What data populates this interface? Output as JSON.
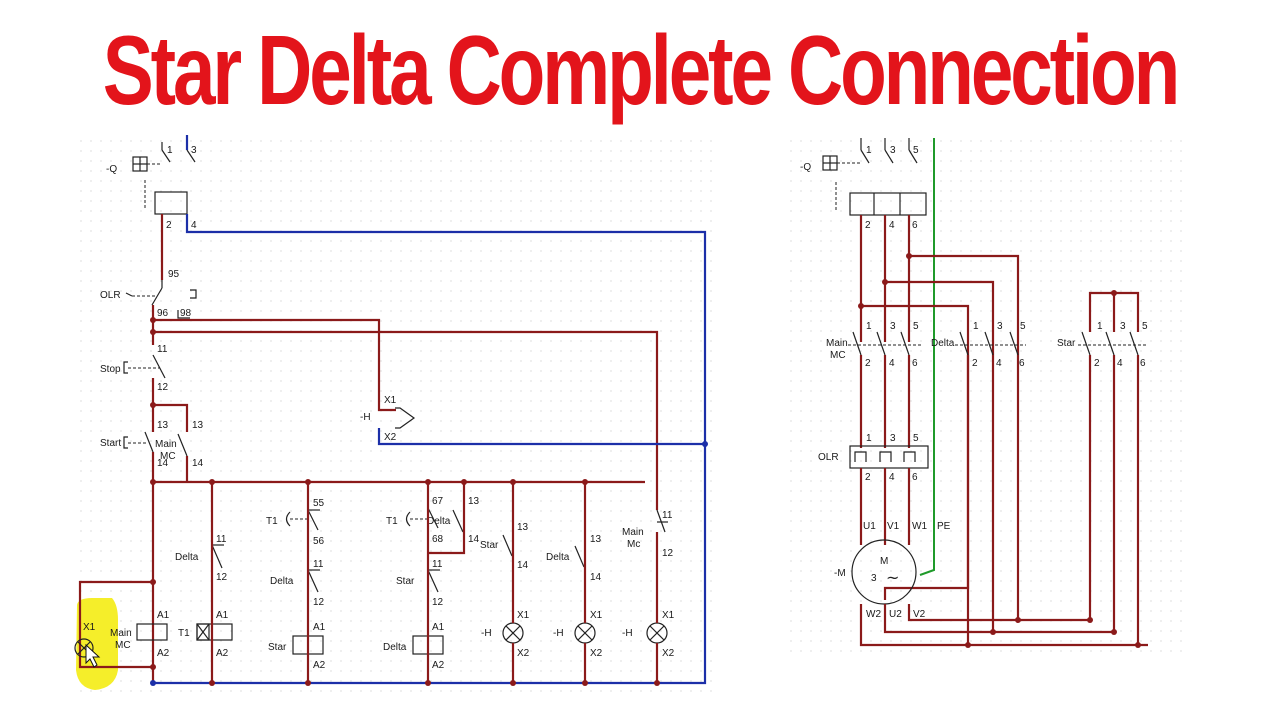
{
  "title": "Star Delta Complete Connection",
  "colors": {
    "title": "#e3141b",
    "control_wire": "#8b1a1a",
    "neutral_wire": "#1c2fa8",
    "earth_wire": "#1f9a2a",
    "highlight": "#f5ee2a"
  },
  "control": {
    "mcb": {
      "tag": "-Q",
      "t1": "1",
      "t3": "3",
      "t2": "2",
      "t4": "4"
    },
    "olr": {
      "tag": "OLR",
      "c95": "95",
      "c96": "96",
      "c98": "98"
    },
    "stop": {
      "tag": "Stop",
      "c11": "11",
      "c12": "12"
    },
    "start": {
      "tag": "Start",
      "c13": "13",
      "c14": "14",
      "aux1": "Main",
      "aux2": "MC",
      "a13": "13",
      "a14": "14"
    },
    "trip_lamp": {
      "tag": "-H",
      "x1": "X1",
      "x2": "X2"
    },
    "b1": {
      "label": "Main",
      "label2": "MC",
      "lx1": "X1",
      "a1": "A1",
      "a2": "A2"
    },
    "b2": {
      "label": "Delta",
      "c11": "11",
      "c12": "12",
      "coil": "T1",
      "a1": "A1",
      "a2": "A2"
    },
    "b3": {
      "timer": "T1",
      "c55": "55",
      "c56": "56",
      "label": "Delta",
      "c11": "11",
      "c12": "12",
      "coil": "Star",
      "a1": "A1",
      "a2": "A2"
    },
    "b4": {
      "timer": "T1",
      "label": "Delta",
      "c67": "67",
      "c68": "68",
      "c13": "13",
      "c14": "14",
      "label2": "Star",
      "c11": "11",
      "c12": "12",
      "coil": "Delta",
      "a1": "A1",
      "a2": "A2"
    },
    "b5": {
      "label": "Star",
      "c13": "13",
      "c14": "14",
      "lamp": "-H",
      "x1": "X1",
      "x2": "X2"
    },
    "b6": {
      "label": "Delta",
      "c13": "13",
      "c14": "14",
      "lamp": "-H",
      "x1": "X1",
      "x2": "X2"
    },
    "b7": {
      "label": "Main",
      "label2": "Mc",
      "c11": "11",
      "c12": "12",
      "lamp": "-H",
      "x1": "X1",
      "x2": "X2"
    }
  },
  "power": {
    "mcb": {
      "tag": "-Q",
      "t1": "1",
      "t3": "3",
      "t5": "5",
      "t2": "2",
      "t4": "4",
      "t6": "6"
    },
    "main_mc": {
      "tag": "Main",
      "tag2": "MC",
      "t1": "1",
      "t3": "3",
      "t5": "5",
      "t2": "2",
      "t4": "4",
      "t6": "6"
    },
    "delta": {
      "tag": "Delta",
      "t1": "1",
      "t3": "3",
      "t5": "5",
      "t2": "2",
      "t4": "4",
      "t6": "6"
    },
    "star": {
      "tag": "Star",
      "t1": "1",
      "t3": "3",
      "t5": "5",
      "t2": "2",
      "t4": "4",
      "t6": "6"
    },
    "olr": {
      "tag": "OLR",
      "t1": "1",
      "t3": "3",
      "t5": "5",
      "t2": "2",
      "t4": "4",
      "t6": "6"
    },
    "motor": {
      "tag": "-M",
      "m": "M",
      "phase": "3",
      "tilde": "~",
      "u1": "U1",
      "v1": "V1",
      "w1": "W1",
      "pe": "PE",
      "w2": "W2",
      "u2": "U2",
      "v2": "V2"
    }
  }
}
